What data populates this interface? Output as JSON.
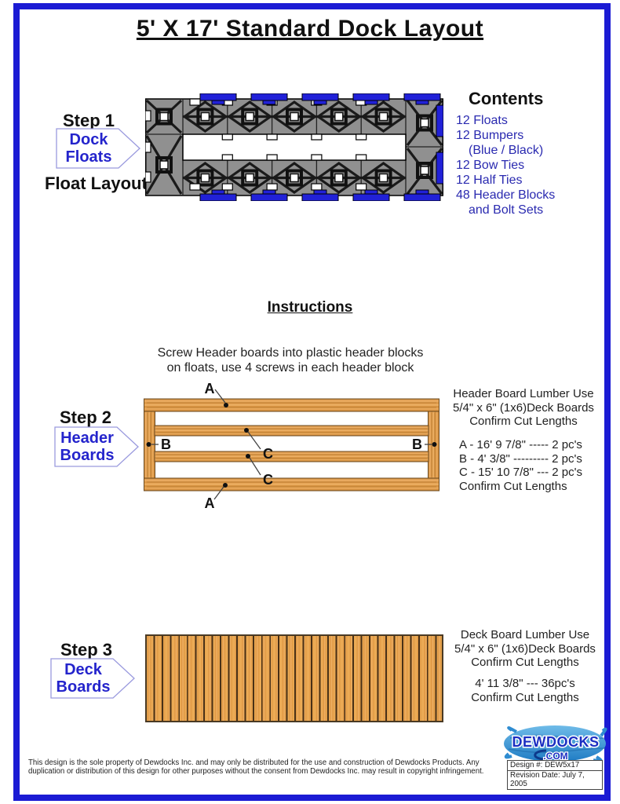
{
  "title": "5' X 17' Standard Dock Layout",
  "colors": {
    "page_border_blue": "#1b1bd4",
    "accent_blue": "#2424cc",
    "bumper_blue": "#2121d8",
    "float_gray": "#909090",
    "wood_tan": "#e3a253"
  },
  "step1": {
    "label": "Step 1",
    "tag": [
      "Dock",
      "Floats"
    ],
    "caption": "Float Layout"
  },
  "contents": {
    "heading": "Contents",
    "items": [
      "12 Floats",
      "12 Bumpers",
      "(Blue / Black)",
      "12 Bow Ties",
      "12 Half Ties",
      "48 Header Blocks",
      "and Bolt Sets"
    ]
  },
  "instructions": {
    "heading": "Instructions",
    "note_line1": "Screw Header boards into plastic header blocks",
    "note_line2": "on floats, use 4 screws in each header block"
  },
  "step2": {
    "label": "Step 2",
    "tag": [
      "Header",
      "Boards"
    ],
    "marks": {
      "a": "A",
      "b": "B",
      "c": "C"
    },
    "lumber": {
      "line1": "Header Board Lumber Use",
      "line2": "5/4\" x 6\" (1x6)Deck Boards",
      "line3": "Confirm Cut Lengths"
    },
    "cuts": [
      "A - 16' 9 7/8\" ----- 2 pc's",
      "B - 4' 3/8\" --------- 2 pc's",
      "C - 15' 10 7/8\" --- 2 pc's"
    ],
    "confirm": "Confirm Cut Lengths"
  },
  "step3": {
    "label": "Step 3",
    "tag": [
      "Deck",
      "Boards"
    ],
    "lumber": {
      "line1": "Deck Board Lumber Use",
      "line2": "5/4\" x 6\" (1x6)Deck Boards",
      "line3": "Confirm Cut Lengths"
    },
    "cut": "4' 11 3/8\" --- 36pc's",
    "confirm": "Confirm Cut Lengths"
  },
  "logo": {
    "name": "DEWDOCKS",
    "tld": ".COM"
  },
  "design_box": {
    "design": "Design #: DEW5x17",
    "revision": "Revision Date: July 7, 2005"
  },
  "footer": {
    "line1": "This design is the sole property of Dewdocks Inc. and may only be distributed for the use and construction of Dewdocks Products. Any",
    "line2": "duplication or distribution of this design for other purposes without the consent from Dewdocks Inc. may result in copyright infringement."
  }
}
